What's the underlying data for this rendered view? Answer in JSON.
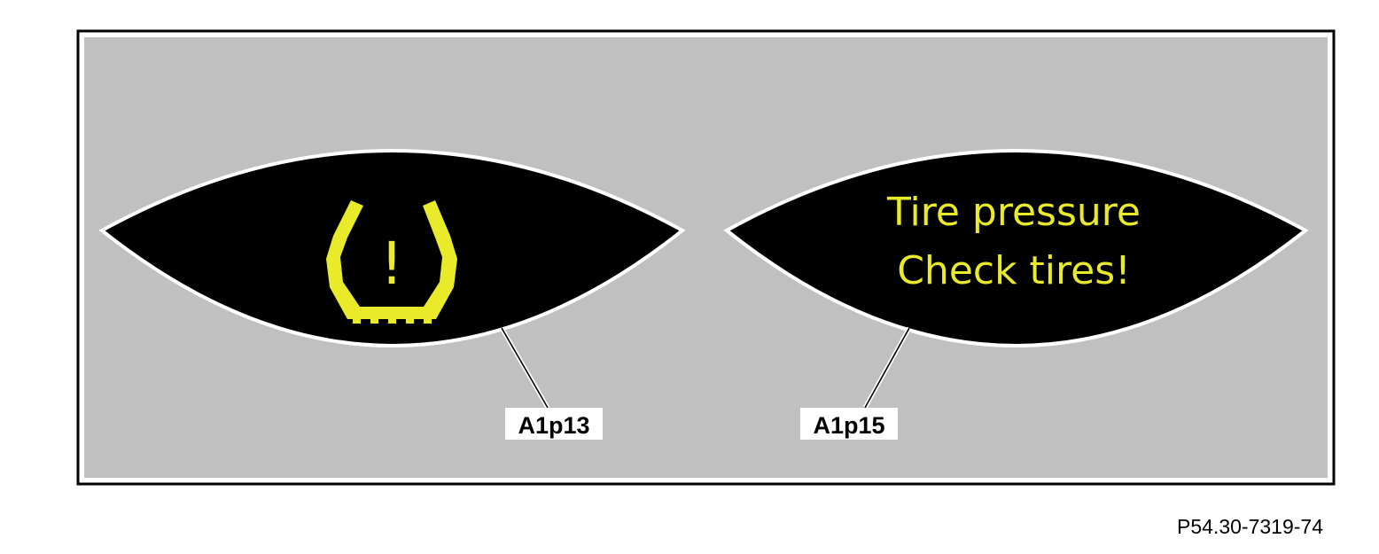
{
  "callouts": {
    "left_label": "A1p13",
    "right_label": "A1p15"
  },
  "left_display": {
    "icon": "tire-pressure-warning-icon",
    "exclamation": "!"
  },
  "right_display": {
    "line1": "Tire pressure",
    "line2": "Check tires!"
  },
  "figure_code": "P54.30-7319-74",
  "colors": {
    "panel_background": "#c0c0c0",
    "display_background": "#000000",
    "warning_yellow": "#e8ea2a",
    "frame": "#000000"
  }
}
